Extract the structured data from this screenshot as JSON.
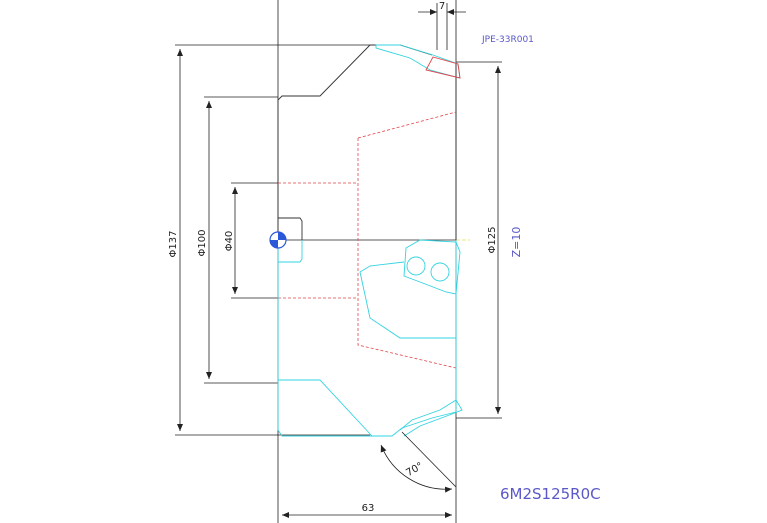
{
  "labels": {
    "insert_code": "JPE-33R001",
    "teeth": "Z=10",
    "model": "6M2S125R0C",
    "dim_width": "63",
    "dim_offset": "7",
    "dim_angle": "70°",
    "dia_137": "Φ137",
    "dia_100": "Φ100",
    "dia_40": "Φ40",
    "dia_125": "Φ125"
  }
}
